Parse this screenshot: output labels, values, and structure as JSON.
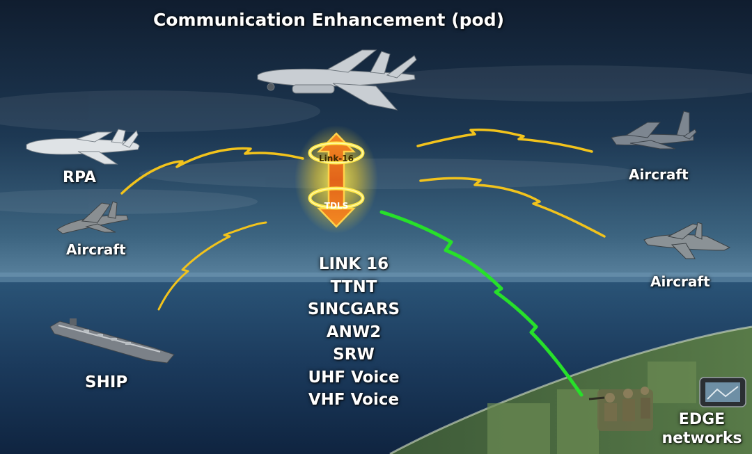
{
  "title": "Communication Enhancement (pod)",
  "hub": {
    "upper_ring_label": "Link-16",
    "lower_ring_label": "TDLS"
  },
  "nodes": {
    "rpa": "RPA",
    "aircraft_left": "Aircraft",
    "aircraft_right_top": "Aircraft",
    "aircraft_right_bottom": "Aircraft",
    "ship": "SHIP",
    "edge_line1": "EDGE",
    "edge_line2": "networks"
  },
  "protocols": [
    "LINK 16",
    "TTNT",
    "SINCGARS",
    "ANW2",
    "SRW",
    "UHF Voice",
    "VHF Voice"
  ],
  "colors": {
    "link_yellow": "#f2c31c",
    "link_green": "#27e02a",
    "hub_orange": "#f07a1a",
    "hub_glow": "#fff45a"
  },
  "icons": [
    "mq9-drone-icon",
    "rpa-drone-icon",
    "fighter-jet-icon",
    "aircraft-carrier-icon",
    "transport-aircraft-icon",
    "prowler-aircraft-icon",
    "soldiers-icon",
    "tablet-device-icon"
  ]
}
